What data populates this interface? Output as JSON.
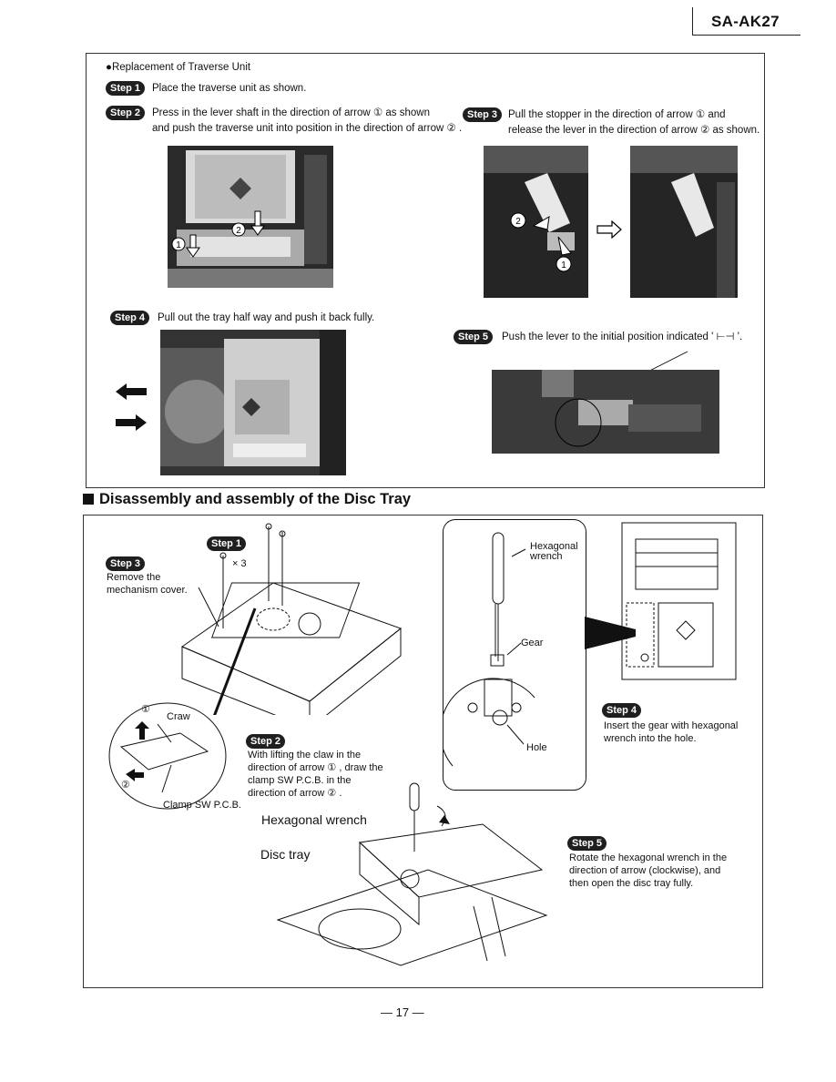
{
  "header": {
    "model": "SA-AK27"
  },
  "section1": {
    "title": "●Replacement of Traverse Unit",
    "steps": [
      {
        "badge": "Step 1",
        "text": "Place the traverse unit as shown."
      },
      {
        "badge": "Step 2",
        "line1": "Press in the lever shaft in the direction of arrow ① as shown",
        "line2": "and push the traverse unit into position in the direction of arrow ② ."
      },
      {
        "badge": "Step 3",
        "line1": "Pull the stopper in the direction of arrow ① and",
        "line2": "release the lever in the direction of arrow ② as shown."
      },
      {
        "badge": "Step 4",
        "text": "Pull out the tray half way and push it back fully."
      },
      {
        "badge": "Step 5",
        "text": "Push the lever to the initial position indicated ' ⊢⊣ '."
      }
    ],
    "markers": {
      "one": "①",
      "two": "②"
    }
  },
  "section2": {
    "title": "Disassembly and assembly of the Disc Tray",
    "step1": {
      "badge": "Step 1",
      "count": "× 3"
    },
    "step3": {
      "badge": "Step 3",
      "line1": "Remove the",
      "line2": "mechanism cover."
    },
    "step2": {
      "badge": "Step 2",
      "text": "With lifting the claw in the direction of arrow ① , draw the clamp SW P.C.B. in the direction of arrow ② ."
    },
    "step4": {
      "badge": "Step 4",
      "text": "Insert the gear with hexagonal wrench into the hole."
    },
    "step5": {
      "badge": "Step 5",
      "text": "Rotate the hexagonal wrench in the direction of arrow (clockwise), and then open the disc tray fully."
    },
    "labels": {
      "hex_wrench_line1": "Hexagonal",
      "hex_wrench_line2": "wrench",
      "gear": "Gear",
      "hole": "Hole",
      "craw": "Craw",
      "clamp_pcb": "Clamp SW P.C.B.",
      "hex_wrench_big": "Hexagonal wrench",
      "disc_tray": "Disc tray"
    }
  },
  "footer": {
    "page": "— 17 —"
  }
}
